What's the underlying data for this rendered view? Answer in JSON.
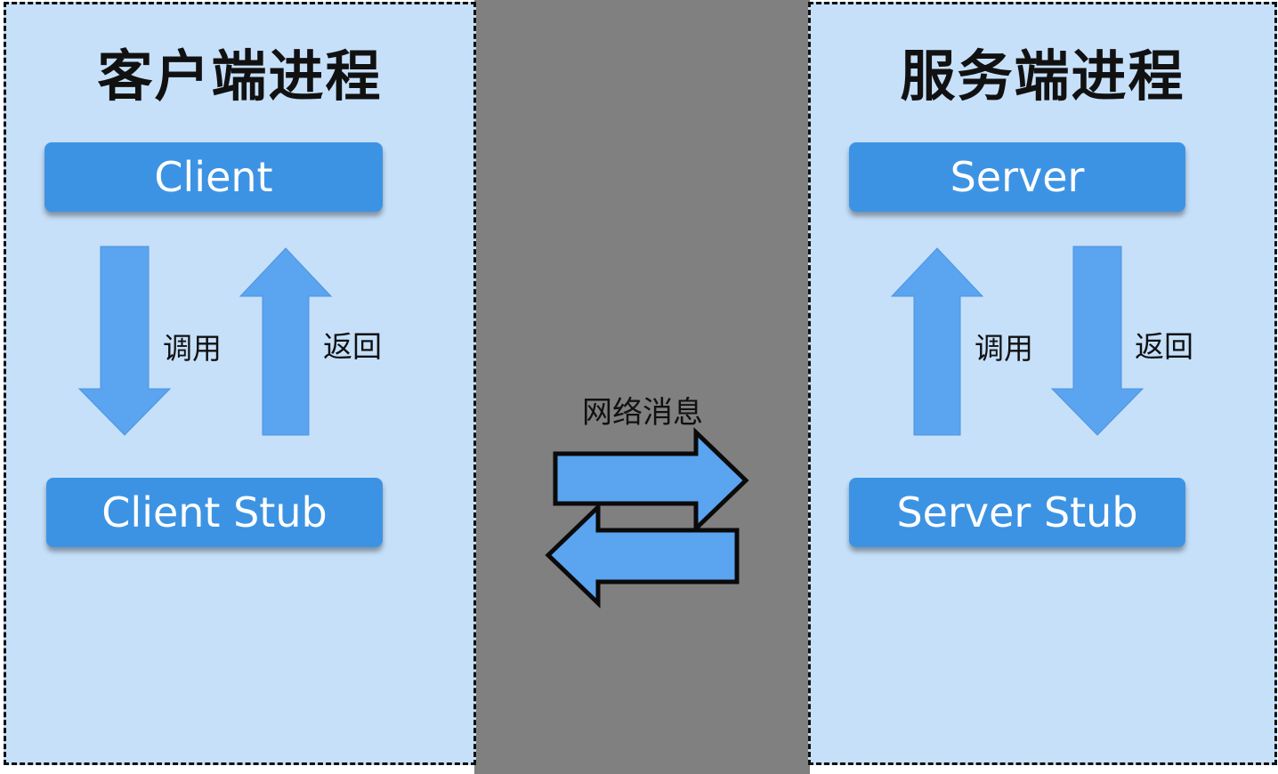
{
  "client_panel": {
    "title": "客户端进程",
    "top_box": "Client",
    "bottom_box": "Client Stub",
    "call_label": "调用",
    "return_label": "返回"
  },
  "server_panel": {
    "title": "服务端进程",
    "top_box": "Server",
    "bottom_box": "Server Stub",
    "call_label": "调用",
    "return_label": "返回"
  },
  "network": {
    "label": "网络消息"
  },
  "colors": {
    "panel_bg": "#c6e0fa",
    "box_blue": "#3d93e3",
    "arrow_blue": "#5aa4f0",
    "band_gray": "#808080"
  }
}
